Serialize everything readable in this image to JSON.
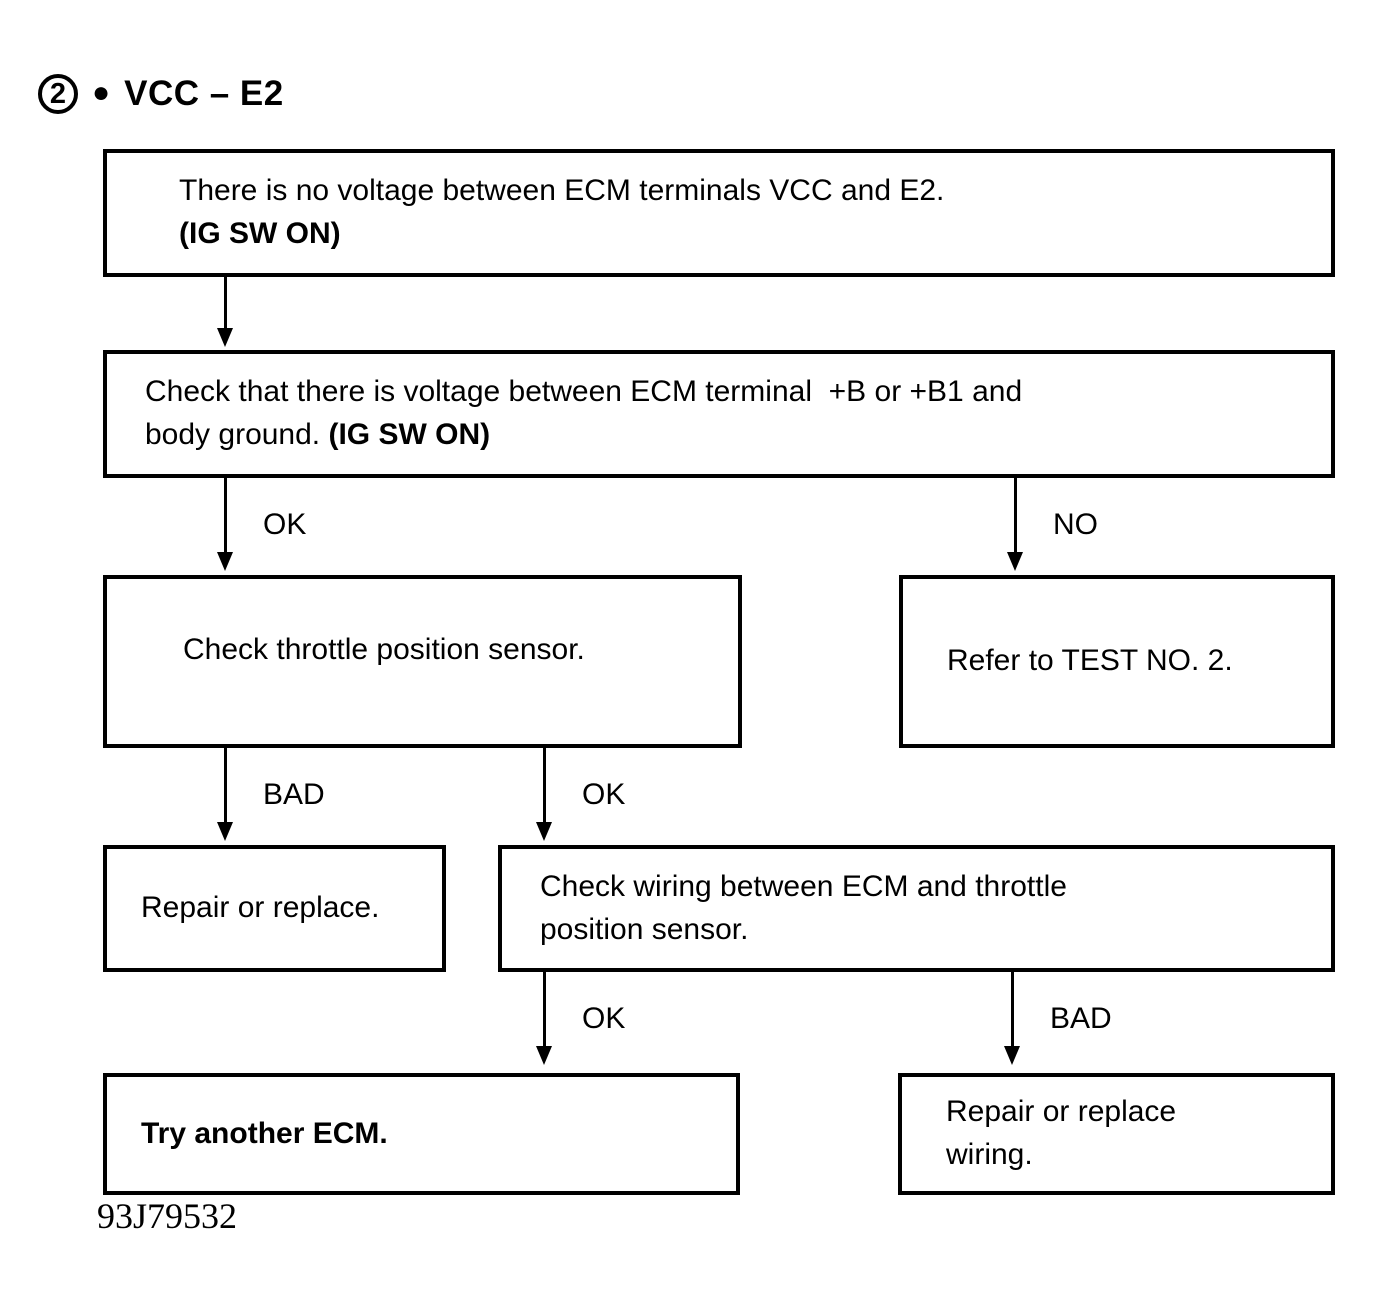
{
  "header": {
    "step_number": "2",
    "bullet": "●",
    "title": "VCC – E2"
  },
  "figure_id": "93J79532",
  "colors": {
    "ink": "#000000",
    "background": "#ffffff"
  },
  "flow": {
    "nodes": [
      {
        "id": "symptom",
        "name": "symptom-box",
        "lines": [
          {
            "text": "There is no voltage between ECM terminals VCC and E2.",
            "bold": false
          },
          {
            "text": "(IG SW ON)",
            "bold": true
          }
        ]
      },
      {
        "id": "check-voltage",
        "name": "check-voltage-box",
        "lines": [
          {
            "text": "Check that there is voltage between ECM terminal  +B or +B1 and",
            "bold": false
          },
          {
            "text": "body ground. ",
            "bold": false,
            "tail": "(IG SW ON)"
          }
        ]
      },
      {
        "id": "check-tps",
        "name": "check-throttle-position-sensor-box",
        "lines": [
          {
            "text": "Check throttle position sensor.",
            "bold": false
          }
        ]
      },
      {
        "id": "refer-test-2",
        "name": "refer-to-test-2-box",
        "lines": [
          {
            "text": "Refer to TEST NO. 2.",
            "bold": false
          }
        ]
      },
      {
        "id": "repair-replace",
        "name": "repair-or-replace-box",
        "lines": [
          {
            "text": "Repair or replace.",
            "bold": false
          }
        ]
      },
      {
        "id": "check-wiring",
        "name": "check-wiring-box",
        "lines": [
          {
            "text": "Check wiring between ECM and throttle",
            "bold": false
          },
          {
            "text": "position sensor.",
            "bold": false
          }
        ]
      },
      {
        "id": "try-another-ecm",
        "name": "try-another-ecm-box",
        "lines": [
          {
            "text": "Try another ECM.",
            "bold": true
          }
        ]
      },
      {
        "id": "repair-replace-wiring",
        "name": "repair-or-replace-wiring-box",
        "lines": [
          {
            "text": "Repair or replace",
            "bold": false
          },
          {
            "text": "wiring.",
            "bold": false
          }
        ]
      }
    ],
    "edges": [
      {
        "id": "e1",
        "from": "symptom",
        "to": "check-voltage",
        "label": ""
      },
      {
        "id": "e2",
        "from": "check-voltage",
        "to": "check-tps",
        "label": "OK"
      },
      {
        "id": "e3",
        "from": "check-voltage",
        "to": "refer-test-2",
        "label": "NO"
      },
      {
        "id": "e4",
        "from": "check-tps",
        "to": "repair-replace",
        "label": "BAD"
      },
      {
        "id": "e5",
        "from": "check-tps",
        "to": "check-wiring",
        "label": "OK"
      },
      {
        "id": "e6",
        "from": "check-wiring",
        "to": "try-another-ecm",
        "label": "OK"
      },
      {
        "id": "e7",
        "from": "check-wiring",
        "to": "repair-replace-wiring",
        "label": "BAD"
      }
    ]
  }
}
